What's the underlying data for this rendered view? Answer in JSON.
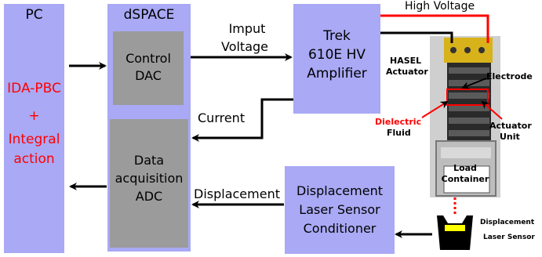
{
  "blocks": {
    "pc": {
      "title": "PC",
      "lines": [
        "IDA-PBC",
        "+",
        "Integral",
        "action"
      ]
    },
    "dspace": {
      "title": "dSPACE"
    },
    "control_dac": {
      "lines": [
        "Control",
        "DAC"
      ]
    },
    "adc": {
      "lines": [
        "Data",
        "acquisition",
        "ADC"
      ]
    },
    "trek": {
      "lines": [
        "Trek",
        "610E HV",
        "Amplifier"
      ]
    },
    "laser_cond": {
      "lines": [
        "Displacement",
        "Laser Sensor",
        "Conditioner"
      ]
    }
  },
  "signals": {
    "input_voltage": [
      "Imput",
      "Voltage"
    ],
    "current": "Current",
    "displacement": "Displacement",
    "high_voltage": "High Voltage"
  },
  "photo_labels": {
    "hasel": [
      "HASEL",
      "Actuator"
    ],
    "electrode": "Electrode",
    "dielectric": [
      "Dielectric",
      "Fluid"
    ],
    "actuator_unit": [
      "Actuator",
      "Unit"
    ],
    "load": [
      "Load",
      "Container"
    ],
    "laser_sensor": [
      "Displacement",
      "Laser Sensor"
    ]
  },
  "colors": {
    "block": "#a9a9f5",
    "inner": "#9b9b9b",
    "accent": "#ff0000",
    "wire": "#000000"
  }
}
